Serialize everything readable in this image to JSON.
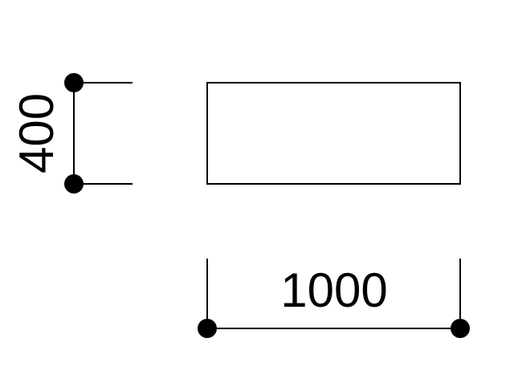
{
  "drawing": {
    "colors": {
      "line": "#000000",
      "background": "#ffffff"
    },
    "rectangle": {
      "width": 1000,
      "height": 400
    },
    "dimensions": {
      "horizontal": {
        "value": "1000"
      },
      "vertical": {
        "value": "400"
      }
    }
  }
}
